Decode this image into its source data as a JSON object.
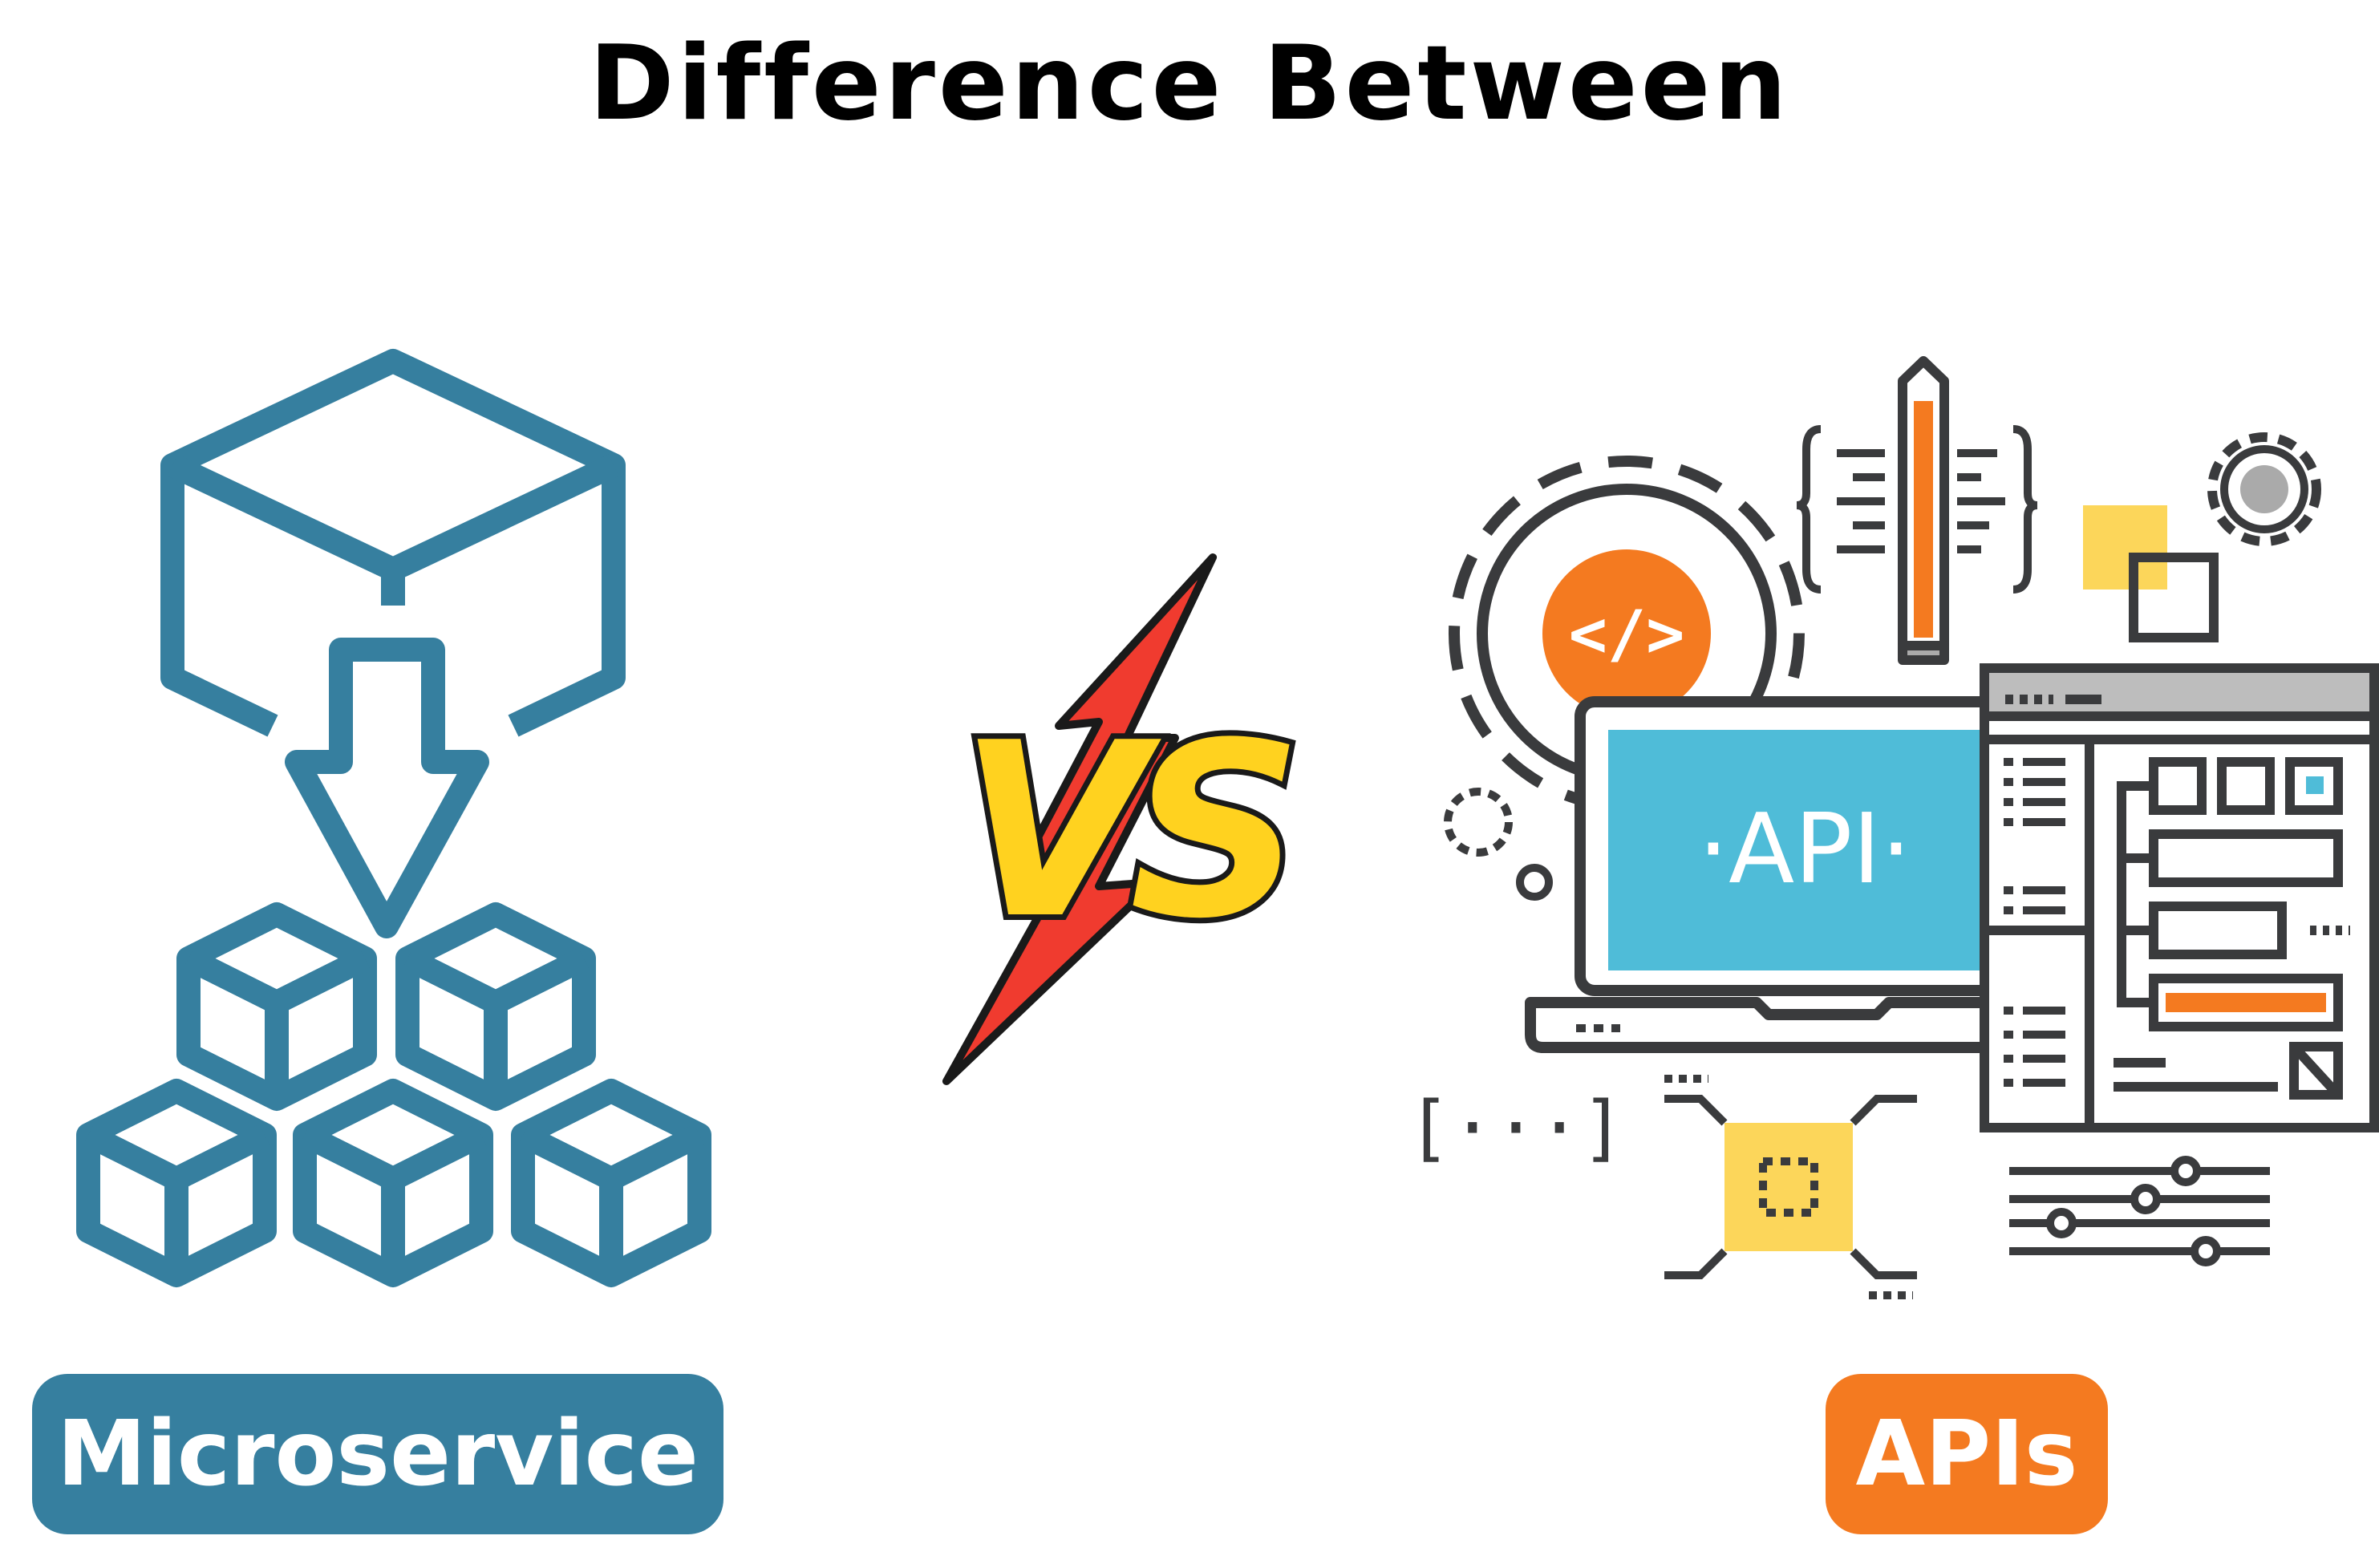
{
  "header": {
    "title": "Difference Between"
  },
  "left": {
    "label": "Microservice",
    "color": "#367f9f"
  },
  "right": {
    "label": "APIs",
    "color": "#f47a20"
  },
  "versus": {
    "text": "VS"
  },
  "api_screen": {
    "text": "·API·",
    "code_symbol": "</>",
    "bracket_text": "[···]"
  },
  "colors": {
    "teal": "#367f9f",
    "orange": "#f47a20",
    "cyan": "#4fbcd8",
    "yellow": "#fcd65a",
    "dark": "#3a3b3d",
    "red": "#f03b2f",
    "gold": "#ffd21f"
  }
}
